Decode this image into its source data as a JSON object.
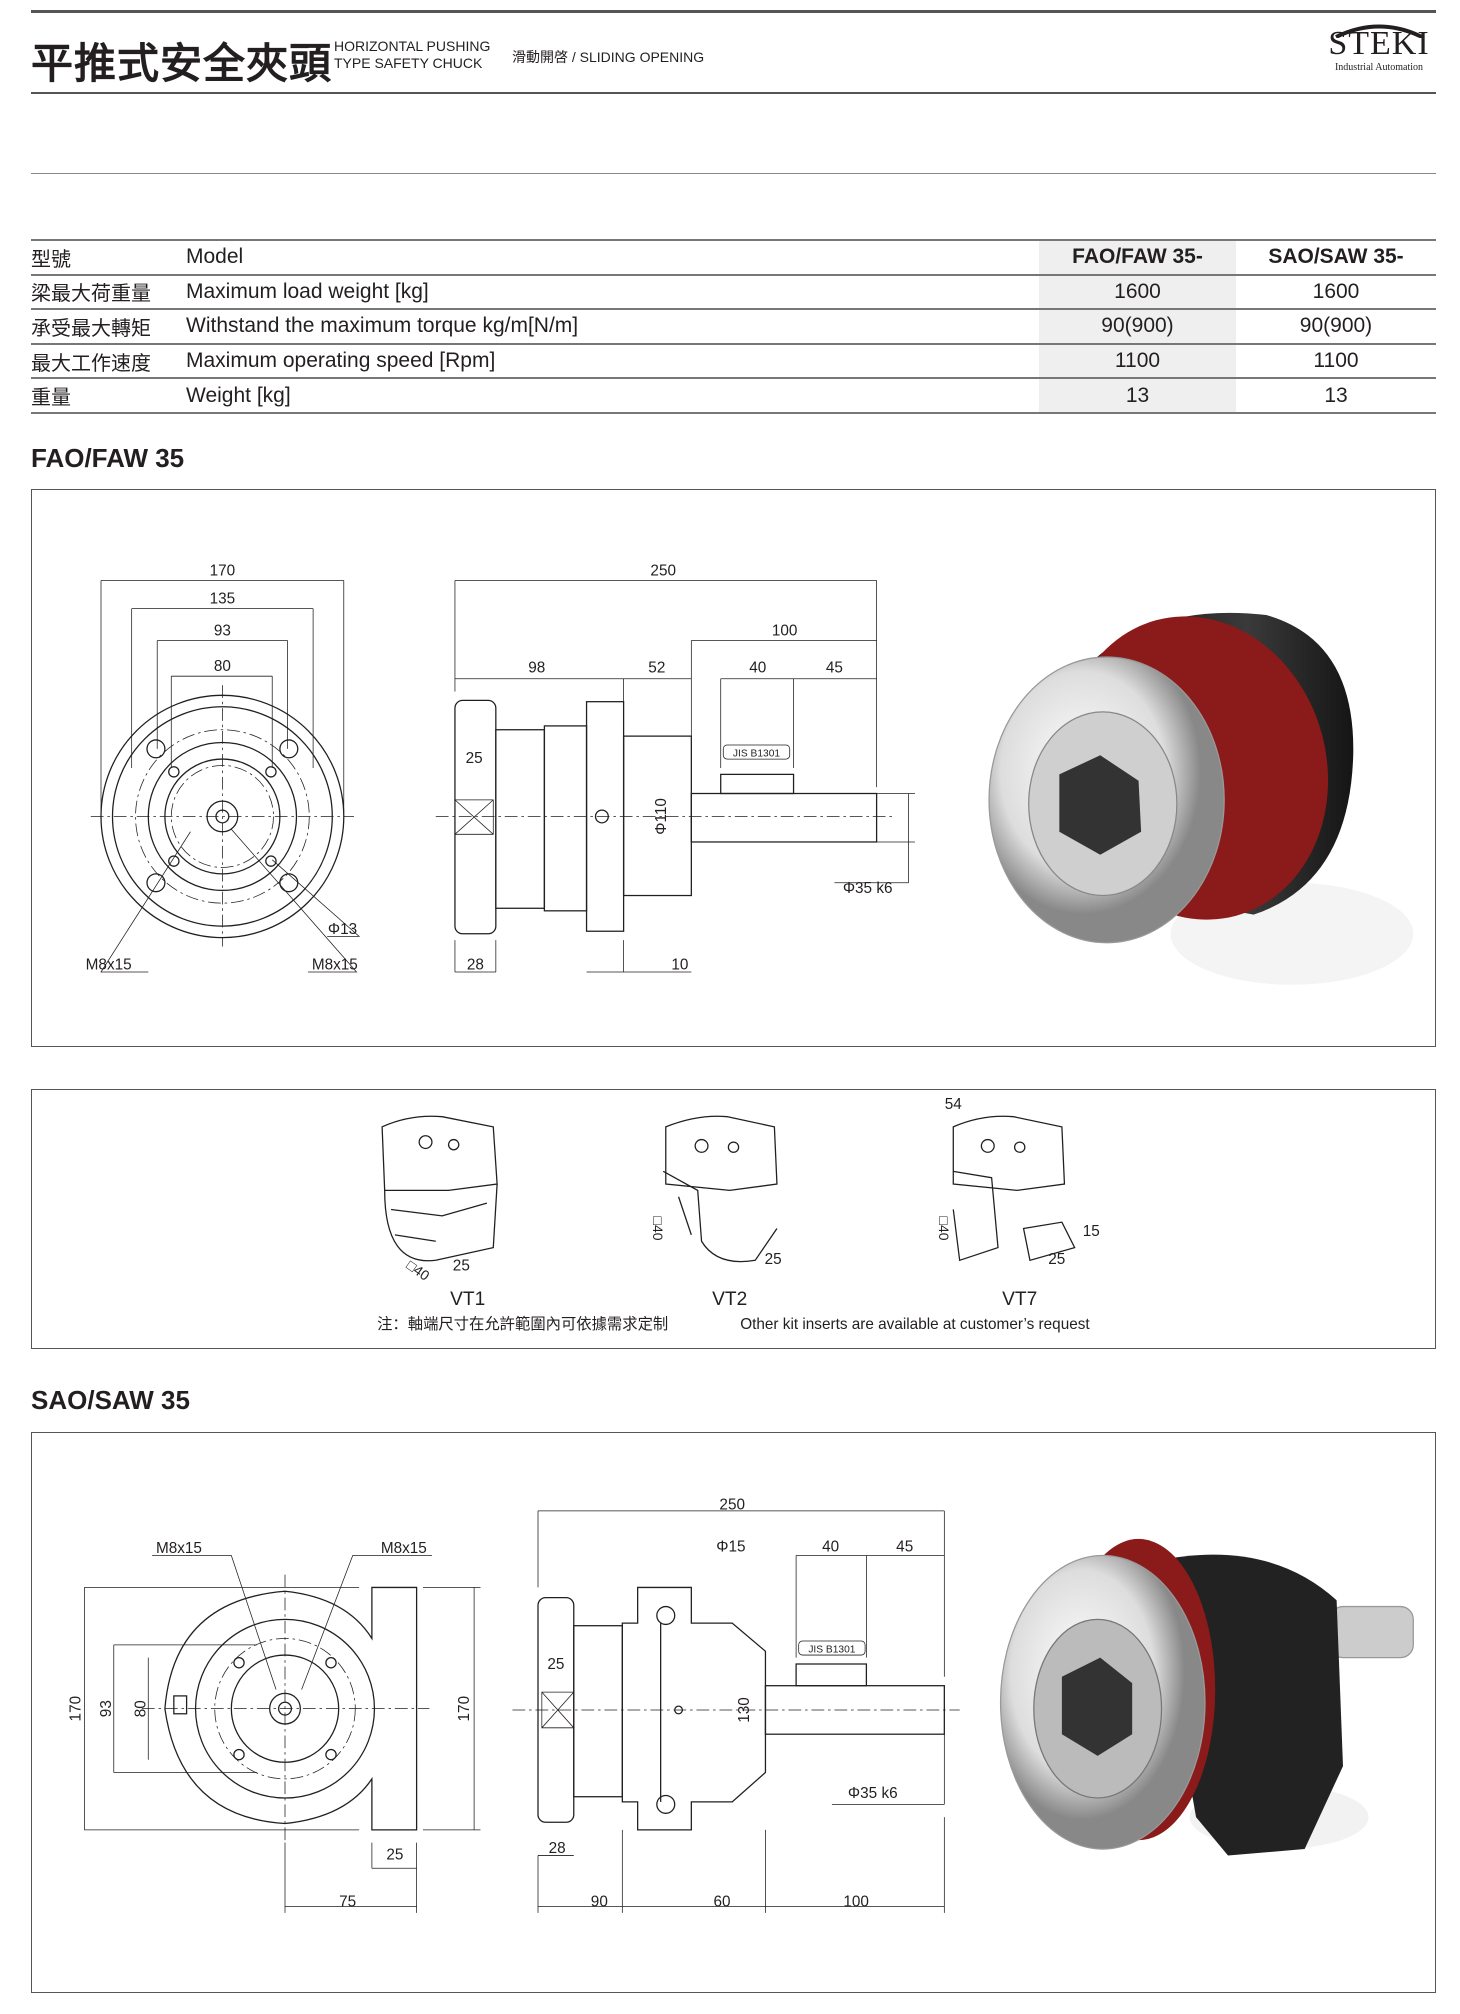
{
  "header": {
    "title_cn": "平推式安全夾頭",
    "title_en_1": "HORIZONTAL PUSHING",
    "title_en_2": "TYPE SAFETY CHUCK",
    "subtitle": "滑動開啓 / SLIDING OPENING",
    "logo": "STEKI",
    "logo_sub": "Industrial Automation"
  },
  "spec_table": {
    "rows": [
      {
        "cn": "型號",
        "en": "Model",
        "v1": "FAO/FAW 35-",
        "v2": "SAO/SAW 35-"
      },
      {
        "cn": "梁最大荷重量",
        "en": "Maximum load weight [kg]",
        "v1": "1600",
        "v2": "1600"
      },
      {
        "cn": "承受最大轉矩",
        "en": "Withstand the maximum torque kg/m[N/m]",
        "v1": "90(900)",
        "v2": "90(900)"
      },
      {
        "cn": "最大工作速度",
        "en": "Maximum operating speed [Rpm]",
        "v1": "1100",
        "v2": "1100"
      },
      {
        "cn": "重量",
        "en": "Weight [kg]",
        "v1": "13",
        "v2": "13"
      }
    ]
  },
  "fao": {
    "title": "FAO/FAW 35",
    "dims": [
      "170",
      "135",
      "93",
      "80",
      "Φ13",
      "M8x15",
      "M8x15",
      "250",
      "100",
      "98",
      "52",
      "40",
      "45",
      "25",
      "JIS B1301",
      "Φ110",
      "Φ35 k6",
      "28",
      "10"
    ]
  },
  "inserts": {
    "labels": [
      "VT1",
      "VT2",
      "VT7"
    ],
    "dims": [
      "□40",
      "25",
      "□40",
      "25",
      "54",
      "□40",
      "25",
      "15"
    ],
    "note_cn": "注：軸端尺寸在允許範圍內可依據需求定制",
    "note_en": "Other kit inserts are available at customer’s request"
  },
  "sao": {
    "title": "SAO/SAW 35",
    "dims": [
      "M8x15",
      "M8x15",
      "170",
      "93",
      "80",
      "170",
      "25",
      "75",
      "250",
      "Φ15",
      "40",
      "45",
      "25",
      "JIS B1301",
      "130",
      "Φ35 k6",
      "28",
      "90",
      "60",
      "100"
    ]
  }
}
